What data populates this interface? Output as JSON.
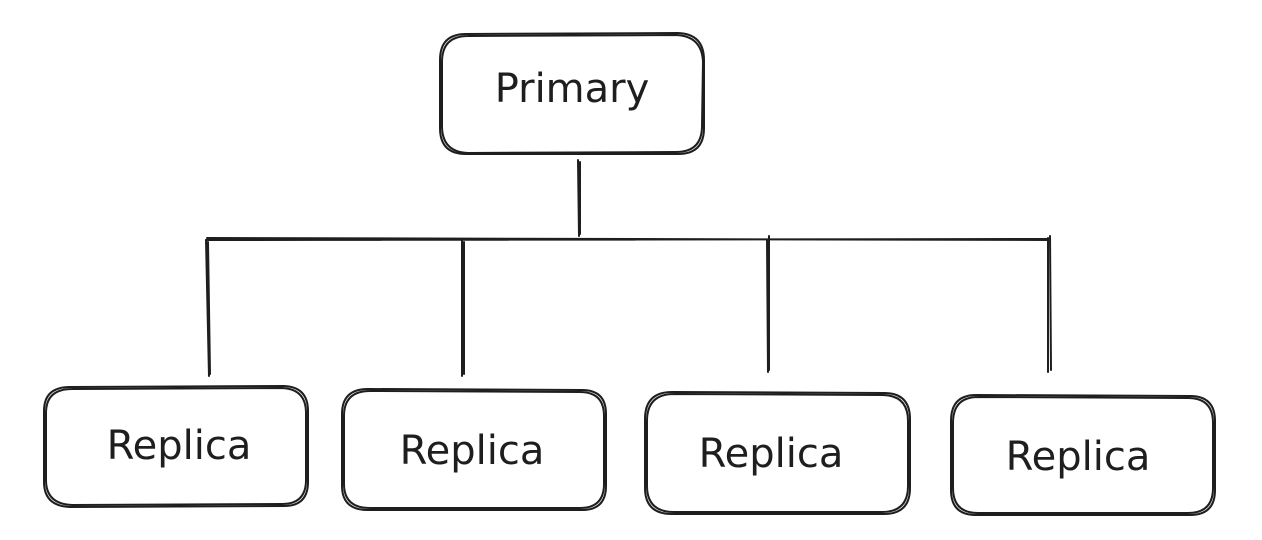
{
  "diagram": {
    "stroke_color": "#1e1e1e",
    "background_color": "#ffffff",
    "primary": {
      "label": "Primary"
    },
    "replicas": [
      {
        "label": "Replica"
      },
      {
        "label": "Replica"
      },
      {
        "label": "Replica"
      },
      {
        "label": "Replica"
      }
    ]
  }
}
